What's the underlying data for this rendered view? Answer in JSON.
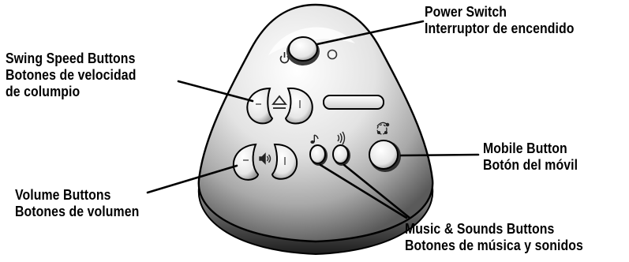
{
  "callouts": {
    "power_switch": {
      "en": "Power Switch",
      "es": "Interruptor de encendido"
    },
    "swing_speed": {
      "en": "Swing Speed Buttons",
      "es_line1": "Botones de velocidad",
      "es_line2": "de columpio"
    },
    "mobile": {
      "en": "Mobile Button",
      "es": "Botón del móvil"
    },
    "volume": {
      "en": "Volume Buttons",
      "es": "Botones de volumen"
    },
    "music_sounds": {
      "en": "Music & Sounds Buttons",
      "es": "Botones de música y sonidos"
    }
  },
  "icons": {
    "power": "power-icon",
    "swing": "swing-icon",
    "volume": "speaker-icon",
    "music": "music-note-icon",
    "sounds": "sound-waves-icon",
    "mobile": "mobile-icon"
  },
  "colors": {
    "panel_light": "#e9e9e9",
    "panel_dark": "#3a3a3a",
    "outline": "#000000"
  }
}
